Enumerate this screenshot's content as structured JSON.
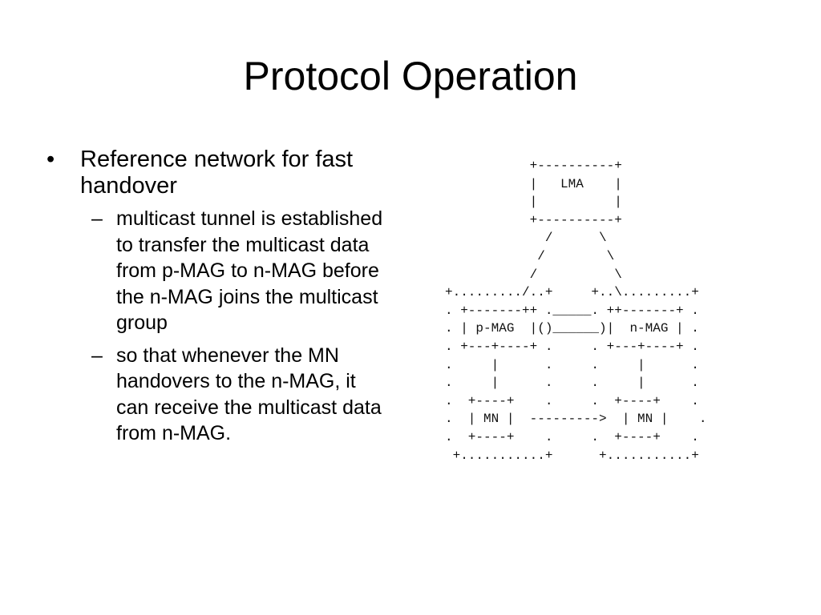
{
  "slide": {
    "title": "Protocol Operation"
  },
  "content": {
    "bullet_marker": "•",
    "sub_marker": "–",
    "bullets": [
      {
        "text": "Reference network for fast handover",
        "sub_bullets": [
          "multicast tunnel is established to transfer the multicast data from p-MAG to n-MAG before the n-MAG joins the multicast group",
          "so that whenever the MN handovers to the n-MAG, it can receive the multicast data from n-MAG."
        ]
      }
    ]
  },
  "diagram": {
    "labels": [
      "LMA",
      "p-MAG",
      "n-MAG",
      "MN",
      "MN"
    ],
    "ascii": "           +----------+\n           |   LMA    |\n           |          |\n           +----------+\n             /      \\\n            /        \\\n           /          \\\n+........./..+     +..\\.........+\n. +-------++ ._____. ++-------+ .\n. | p-MAG  |()______)|  n-MAG | .\n. +---+----+ .     . +---+----+ .\n.     |      .     .     |      .\n.     |      .     .     |      .\n.  +----+    .     .  +----+    .\n.  | MN |  --------->  | MN |    .\n.  +----+    .     .  +----+    .\n +...........+      +...........+"
  }
}
